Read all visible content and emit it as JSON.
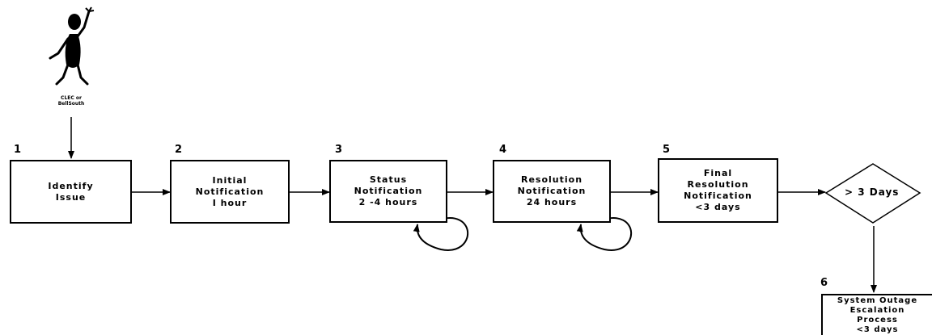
{
  "actor": {
    "label_line1": "CLEC or",
    "label_line2": "BellSouth"
  },
  "steps": [
    {
      "number": "1",
      "lines": [
        "Identify",
        "Issue"
      ]
    },
    {
      "number": "2",
      "lines": [
        "Initial",
        "Notification",
        "I hour"
      ]
    },
    {
      "number": "3",
      "lines": [
        "Status",
        "Notification",
        "2 -4 hours"
      ]
    },
    {
      "number": "4",
      "lines": [
        "Resolution",
        "Notification",
        "24 hours"
      ]
    },
    {
      "number": "5",
      "lines": [
        "Final",
        "Resolution",
        "Notification",
        "<3 days"
      ]
    },
    {
      "number": "6",
      "lines": [
        "System Outage",
        "Escalation",
        "Process",
        "<3 days"
      ]
    }
  ],
  "decision": {
    "label": "> 3 Days"
  }
}
